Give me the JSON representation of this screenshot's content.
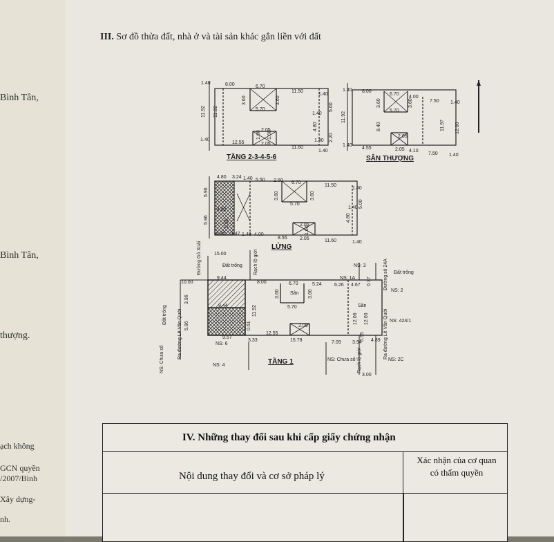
{
  "left_page": {
    "lines": [
      "Bình Tân,",
      "Bình Tân,",
      "thượng.",
      "ạch không",
      "GCN quyền",
      "/2007/Bình",
      "Xây dựng-",
      "nh."
    ]
  },
  "section3": {
    "numeral": "III.",
    "title": "Sơ đồ thửa đất, nhà ở và tài sản khác gắn liền với đất"
  },
  "plans": {
    "floor_2_6": {
      "label": "TẦNG 2-3-4-5-6",
      "dims": [
        "1.40",
        "8.00",
        "6.70",
        "11.50",
        "1.40",
        "11.92",
        "11.92",
        "3.60",
        "5.70",
        "3.60",
        "1.40",
        "5.00",
        "4.80",
        "1.40",
        "1.40",
        "12.55",
        "2.05",
        "1.60",
        "1.60",
        "2.05",
        "11.60",
        "1.40",
        "2.20"
      ]
    },
    "roof": {
      "label": "SÂN THƯỢNG",
      "dims": [
        "1.40",
        "8.00",
        "6.70",
        "4.00",
        "7.50",
        "1.40",
        "11.92",
        "3.60",
        "5.70",
        "3.60",
        "8.40",
        "12.00",
        "11.97",
        "2.05",
        "1.40",
        "4.55",
        "2.05",
        "4.10",
        "7.50",
        "1.40"
      ]
    },
    "mezzanine": {
      "label": "LỬNG",
      "dims": [
        "4.80",
        "3.24",
        "1.40",
        "5.50",
        "2.50",
        "6.70",
        "11.50",
        "1.40",
        "5.96",
        "5.96",
        "4.80",
        "5.96",
        "3.60",
        "5.70",
        "3.60",
        "1.40",
        "5.00",
        "4.80",
        "2.05",
        "1.60",
        "4.80",
        "3.47",
        "1.40",
        "4.00",
        "8.55",
        "2.05",
        "11.60",
        "1.40"
      ]
    },
    "ground": {
      "label": "TẦNG 1",
      "dims": [
        "15.00",
        "10.00",
        "9.44",
        "8.00",
        "6.70",
        "5.24",
        "6.26",
        "4.67",
        "0.37",
        "3.60",
        "5.70",
        "3.60",
        "9.44",
        "3.96",
        "5.96",
        "11.92",
        "0.61",
        "12.06",
        "12.00",
        "12.55",
        "2.05",
        "3.33",
        "15.78",
        "7.09",
        "3.94",
        "4.89",
        "0.55",
        "3.00",
        "9.57"
      ],
      "labels": {
        "dat_trong_top": "Đất trống",
        "rach_top": "Rạch lộ giới",
        "duong_go_xoai": "Đường Gò Xoài",
        "ns3": "NS: 3",
        "ns1a": "NS: 1A",
        "dat_trong_right": "Đất trống",
        "duong_so_24a": "Đường số 24A",
        "ns2": "NS: 2",
        "san1": "Sân",
        "san2": "Sân",
        "ns424": "NS: 424/1",
        "dat_trong_left": "Đất trống",
        "le_van_quoi_left": "Ra đường Lê Văn Quới",
        "ns_chua_so_left": "NS: Chưa số",
        "ns6": "NS: 6",
        "ns4": "NS: 4",
        "ns_chua_so_bottom": "NS: Chưa số",
        "rach_bottom": "Rạch lộ giới",
        "le_van_quoi_right": "Ra đường Lê Văn Quới",
        "ns2c": "NS: 2C"
      }
    }
  },
  "section4": {
    "title": "IV. Những thay đổi sau khi cấp giấy chứng nhận",
    "col1": "Nội dung thay đổi và cơ sở pháp lý",
    "col2_line1": "Xác nhận của cơ quan",
    "col2_line2": "có thẩm quyền"
  }
}
